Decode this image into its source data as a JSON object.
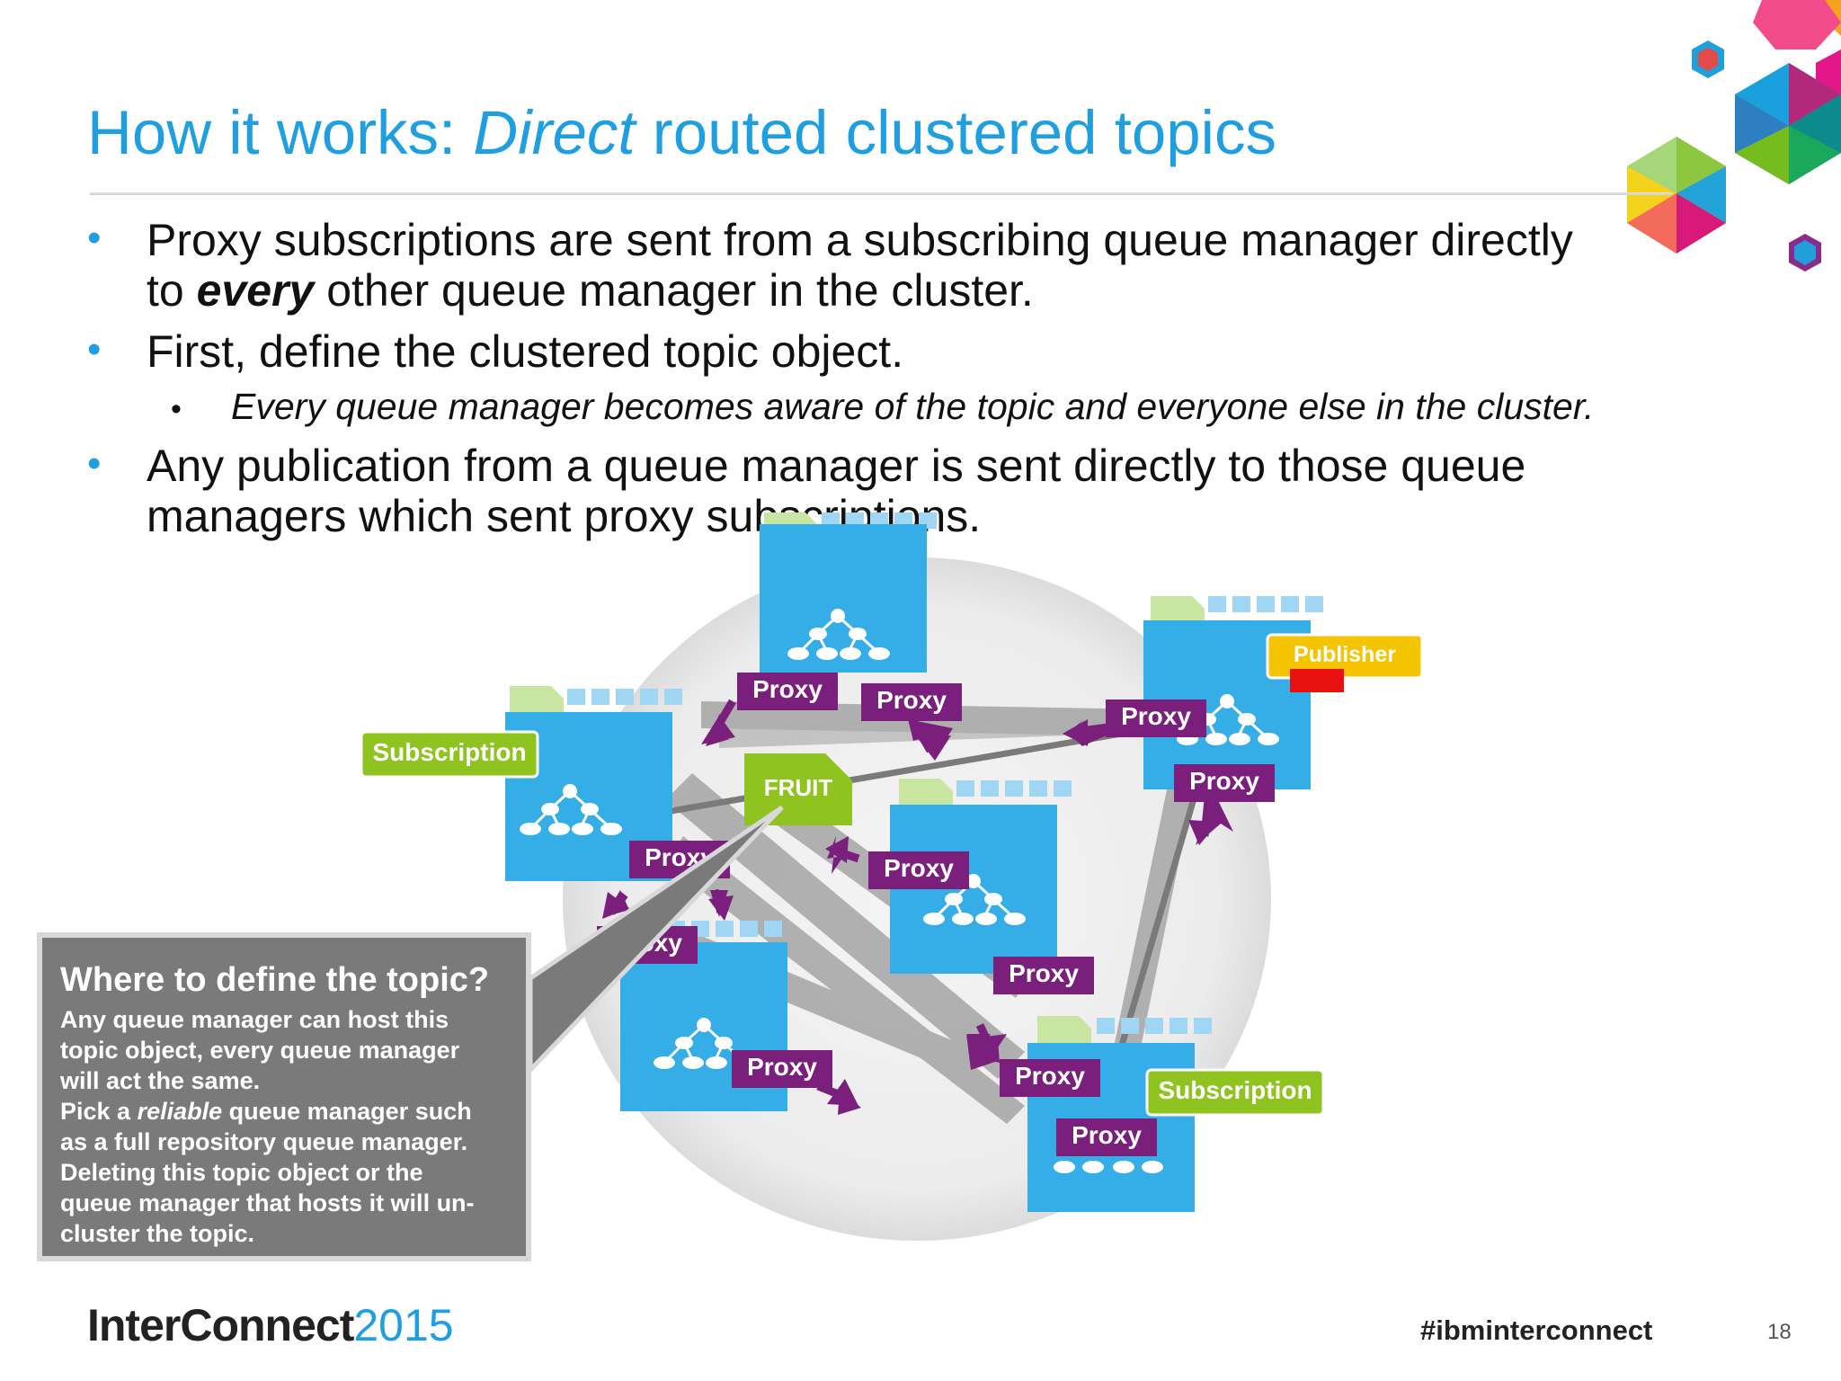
{
  "slide": {
    "title_prefix": "How it works: ",
    "title_emph": "Direct",
    "title_suffix": " routed clustered topics",
    "bullets": [
      {
        "line1": "Proxy subscriptions are sent from a subscribing queue manager directly",
        "line2_pre": "to ",
        "line2_emph": "every",
        "line2_post": " other queue manager in the cluster."
      },
      {
        "line1": "First, define the clustered topic object."
      },
      {
        "sub": "Every queue manager becomes aware of the topic and everyone else in the cluster."
      },
      {
        "line1": "Any publication from a queue manager is sent directly to those queue",
        "line2": "managers which sent proxy subscriptions."
      }
    ]
  },
  "diagram": {
    "proxy_label": "Proxy",
    "subscription_label": "Subscription",
    "publisher_label": "Publisher",
    "topic_label": "FRUIT",
    "colors": {
      "queue_manager": "#35aee8",
      "proxy": "#7b1f7d",
      "subscription": "#8fc31f",
      "publisher": "#f5c400",
      "arrow": "#a9a9a9",
      "cluster": "#e8e8e8"
    }
  },
  "callout": {
    "title": "Where to define the topic?",
    "lines": [
      "Any queue manager can host this",
      "topic object, every queue manager",
      "will act the same."
    ],
    "pick_pre": "Pick a ",
    "pick_emph": "reliable",
    "pick_post": " queue manager such",
    "lines2": [
      "as a full repository queue manager.",
      "Deleting this topic object or the",
      "queue manager that hosts it will un-",
      "cluster the topic."
    ]
  },
  "footer": {
    "brand_a": "InterConnect",
    "brand_b": "2015",
    "hashtag": "#ibminterconnect",
    "page_number": "18"
  }
}
